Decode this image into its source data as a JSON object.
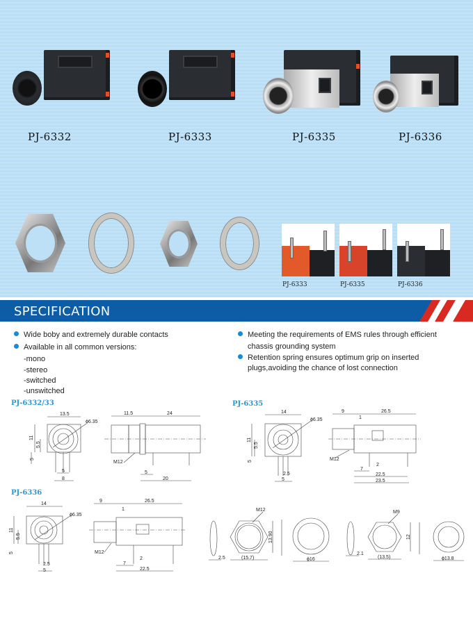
{
  "products": [
    {
      "label": "PJ-6332"
    },
    {
      "label": "PJ-6333"
    },
    {
      "label": "PJ-6335"
    },
    {
      "label": "PJ-6336"
    }
  ],
  "thumbnails": [
    {
      "label": "PJ-6333"
    },
    {
      "label": "PJ-6335"
    },
    {
      "label": "PJ-6336"
    }
  ],
  "banner": {
    "title": "SPECIFICATION",
    "accent": "#d82a20",
    "color": "#0c5ca6"
  },
  "features_left": [
    "Wide boby and extremely durable contacts",
    "Available in all common versions:"
  ],
  "versions": [
    "-mono",
    "-stereo",
    "-switched",
    "-unswitched"
  ],
  "features_right": [
    [
      "Meeting the requirements of EMS rules through efficient",
      "chassis grounding system"
    ],
    [
      "Retention spring ensures optimum grip on inserted",
      "plugs,avoiding the chance of lost connection"
    ]
  ],
  "drawings": {
    "d1": {
      "title": "PJ-6332/33",
      "w": "13.5",
      "dia": "ϕ6.35",
      "h": "11",
      "hc": "5.5",
      "pin": "5",
      "p1": "5",
      "p2": "8",
      "s1": "11.5",
      "s2": "24",
      "thread": "M12",
      "s3": "5",
      "s4": "20"
    },
    "d2": {
      "title": "PJ-6335",
      "w": "14",
      "dia": "ϕ6.35",
      "h": "11",
      "hc": "5.5",
      "pin": "5",
      "p1": "2.5",
      "p2": "5",
      "s1": "9",
      "s2": "26.5",
      "s0": "1",
      "thread": "M12",
      "s3": "7",
      "s5": "2",
      "s4": "22.5",
      "s6": "23.5"
    },
    "d3": {
      "title": "PJ-6336",
      "w": "14",
      "dia": "ϕ6.35",
      "h": "11",
      "hc": "5.5",
      "pin": "5",
      "p1": "2.5",
      "p2": "5",
      "s1": "9",
      "s2": "26.5",
      "s0": "1",
      "thread": "M12",
      "s3": "7",
      "s5": "2",
      "s4": "22.5"
    },
    "nuts": {
      "t1": "2.5",
      "m1": "M12",
      "w1": "(15.7)",
      "h1": "13.90",
      "r1": "ϕ16",
      "t2": "2.1",
      "m2": "M9",
      "w2": "(13.5)",
      "h2": "12",
      "r2": "ϕ13.8"
    }
  }
}
